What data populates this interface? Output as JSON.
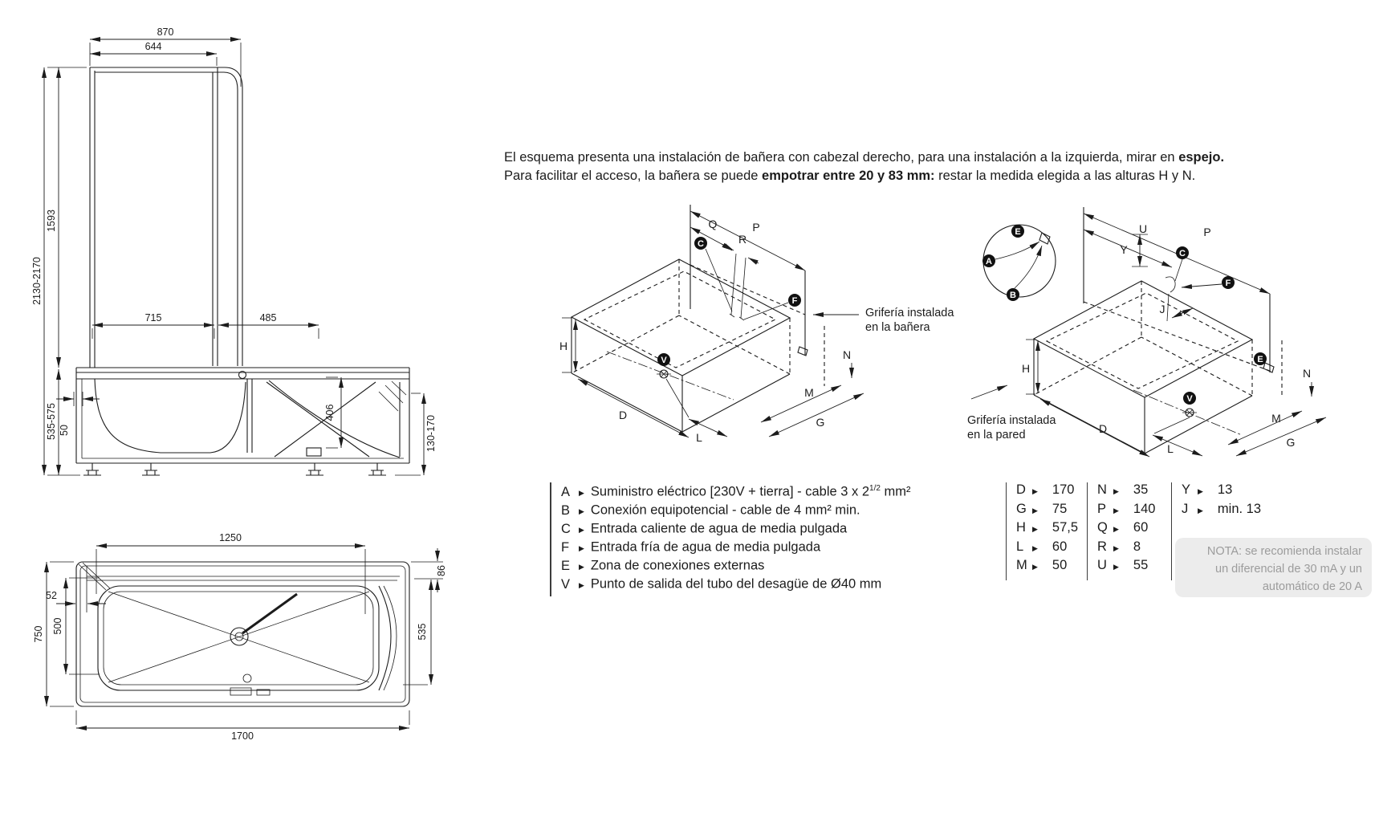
{
  "colors": {
    "ink": "#1c1c1c",
    "note_bg": "#ececec",
    "note_text": "#9c9c9c"
  },
  "ui": {
    "bullet_icon": "▶"
  },
  "intro": {
    "line1_pre": "El esquema presenta una instalación de bañera con cabezal derecho, para una instalación a la izquierda, mirar en ",
    "line1_bold": "espejo.",
    "line2_pre": "Para facilitar el acceso, la bañera se puede ",
    "line2_bold": "empotrar entre 20 y 83 mm:",
    "line2_post": " restar la medida elegida a las alturas H y N."
  },
  "front_view": {
    "dims": {
      "width_outer": "870",
      "width_inner": "644",
      "height_total": "2130-2170",
      "height_screen": "1593",
      "length_left": "715",
      "length_right": "485",
      "depth_inner": "406",
      "rim_offset": "50",
      "body_height": "535-575",
      "foot_height": "130-170"
    }
  },
  "plan_view": {
    "dims": {
      "glass_offset": "52",
      "glass_length": "1250",
      "head_offset": "86",
      "width_total": "750",
      "width_inner": "500",
      "width_head": "535",
      "length_total": "1700"
    }
  },
  "iso_labels": {
    "A": "A",
    "B": "B",
    "C": "C",
    "D": "D",
    "E": "E",
    "F": "F",
    "G": "G",
    "H": "H",
    "J": "J",
    "L": "L",
    "M": "M",
    "N": "N",
    "P": "P",
    "Q": "Q",
    "R": "R",
    "U": "U",
    "V": "V",
    "Y": "Y"
  },
  "iso_left": {
    "caption_line1": "Grifería instalada",
    "caption_line2": "en la bañera"
  },
  "iso_right": {
    "caption_line1": "Grifería instalada",
    "caption_line2": "en la pared"
  },
  "legend": {
    "items": [
      {
        "key": "A",
        "pre": "Suministro eléctrico [230V + tierra] - cable 3 x 2",
        "sup": "1/2",
        "post": " mm²"
      },
      {
        "key": "B",
        "pre": "Conexión equipotencial - cable de 4 mm² min.",
        "sup": "",
        "post": ""
      },
      {
        "key": "C",
        "pre": "Entrada caliente de agua de media pulgada",
        "sup": "",
        "post": ""
      },
      {
        "key": "F",
        "pre": "Entrada fría de agua de media pulgada",
        "sup": "",
        "post": ""
      },
      {
        "key": "E",
        "pre": "Zona de conexiones externas",
        "sup": "",
        "post": ""
      },
      {
        "key": "V",
        "pre": "Punto de salida del tubo del desagüe de Ø40 mm",
        "sup": "",
        "post": ""
      }
    ]
  },
  "dim_table": {
    "col1": [
      {
        "key": "D",
        "value": "170"
      },
      {
        "key": "G",
        "value": "75"
      },
      {
        "key": "H",
        "value": "57,5"
      },
      {
        "key": "L",
        "value": "60"
      },
      {
        "key": "M",
        "value": "50"
      }
    ],
    "col2": [
      {
        "key": "N",
        "value": "35"
      },
      {
        "key": "P",
        "value": "140"
      },
      {
        "key": "Q",
        "value": "60"
      },
      {
        "key": "R",
        "value": "8"
      },
      {
        "key": "U",
        "value": "55"
      }
    ],
    "col3": [
      {
        "key": "Y",
        "value": "13"
      },
      {
        "key": "J",
        "value": "min. 13"
      }
    ]
  },
  "note": {
    "line1": "NOTA: se recomienda instalar",
    "line2": "un diferencial de 30 mA y un",
    "line3": "automático de 20 A"
  }
}
